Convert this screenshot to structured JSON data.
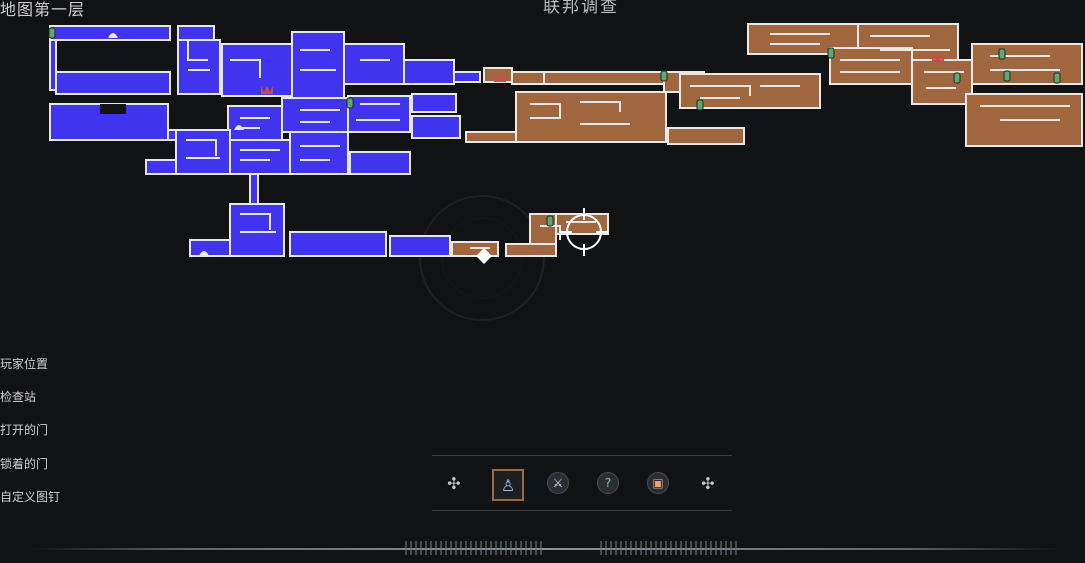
{
  "header": {
    "left_title": "地图第一层",
    "center_title": "联邦调查"
  },
  "legend": {
    "items": [
      {
        "label": "玩家位置"
      },
      {
        "label": "检查站"
      },
      {
        "label": "打开的门"
      },
      {
        "label": "锁着的门"
      },
      {
        "label": "自定义图钉"
      }
    ]
  },
  "toolbar": {
    "buttons": [
      {
        "icon": "dpad-left-icon",
        "symbol": "✣",
        "selected": false
      },
      {
        "icon": "character-icon",
        "symbol": "♙",
        "selected": true
      },
      {
        "icon": "sword-icon",
        "symbol": "⚔",
        "selected": false
      },
      {
        "icon": "question-icon",
        "symbol": "?",
        "selected": false
      },
      {
        "icon": "chest-icon",
        "symbol": "▣",
        "selected": false
      },
      {
        "icon": "dpad-right-icon",
        "symbol": "✣",
        "selected": false
      }
    ]
  },
  "map": {
    "colors": {
      "explored_blue": "#4134ef",
      "explored_brown": "#a0673f",
      "wall": "#e8e8e8",
      "door": "#5fa876",
      "background": "#111214"
    }
  }
}
